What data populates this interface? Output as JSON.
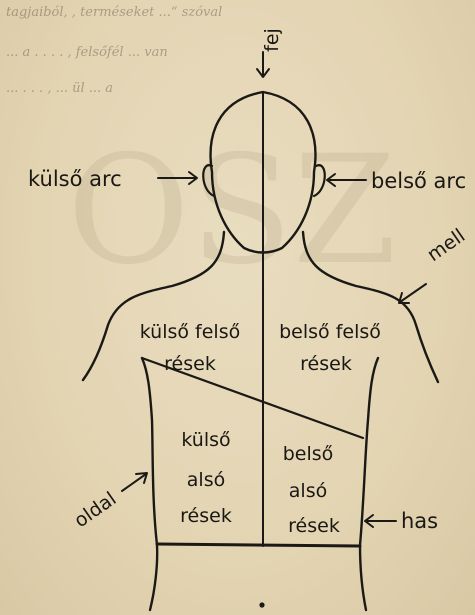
{
  "labels": {
    "fej": "fej",
    "kulso_arc": "külső arc",
    "belso_arc": "belső arc",
    "mell": "mell",
    "oldal": "oldal",
    "has": "has"
  },
  "regions": {
    "kulso_felso": [
      "külső felső",
      "rések"
    ],
    "belso_felso": [
      "belső felső",
      "rések"
    ],
    "kulso_also": [
      "külső",
      "alsó",
      "rések"
    ],
    "belso_also": [
      "belső",
      "alsó",
      "rések"
    ]
  },
  "bleed_text": [
    "tagjaiból, , terméseket ...“ szóval",
    "... a . . . . , felsőfél ... van",
    "... . . . , ... ül ... a"
  ],
  "watermark": "OSZ",
  "colors": {
    "paper": "#e4d6b5",
    "ink": "#1b1915"
  }
}
